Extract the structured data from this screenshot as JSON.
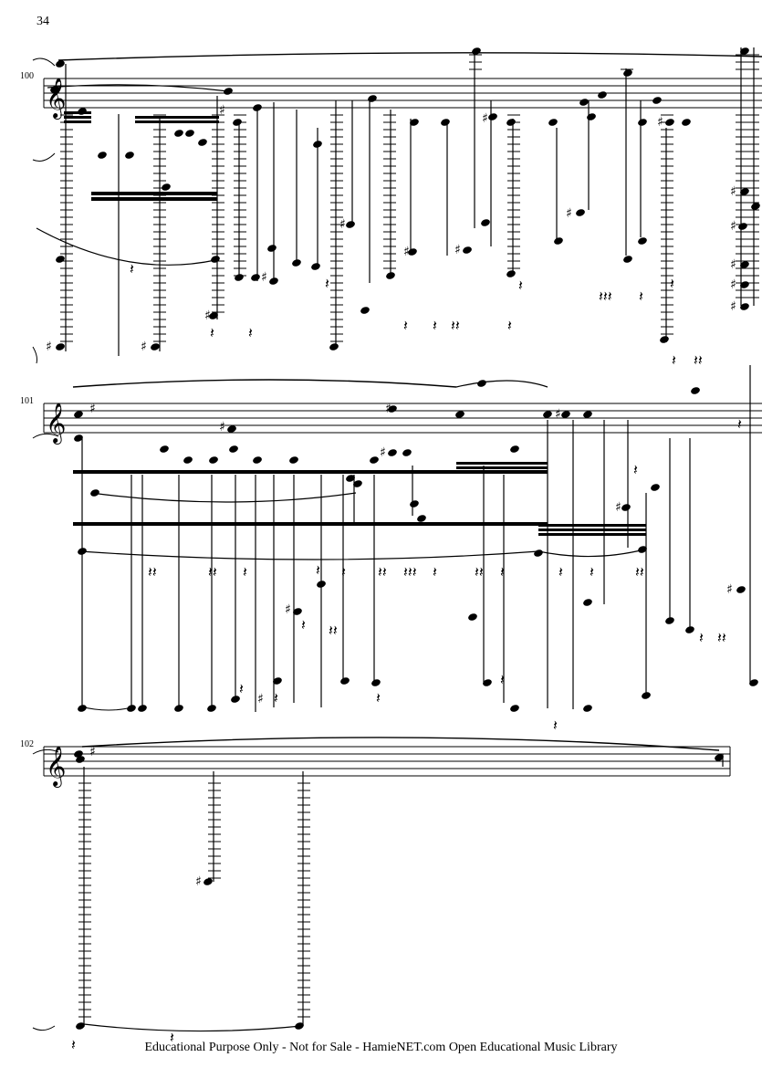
{
  "page": {
    "number": "34",
    "footer": "Educational Purpose Only - Not for Sale - HamieNET.com Open Educational Music Library"
  },
  "systems": [
    {
      "measure": "100",
      "clef": "treble",
      "key": "C major (no accidentals)"
    },
    {
      "measure": "101",
      "clef": "treble",
      "key": "1 sharp (F#)"
    },
    {
      "measure": "102",
      "clef": "treble",
      "key": "1 sharp (F#)"
    }
  ],
  "colors": {
    "ink": "#000000",
    "paper": "#ffffff"
  }
}
